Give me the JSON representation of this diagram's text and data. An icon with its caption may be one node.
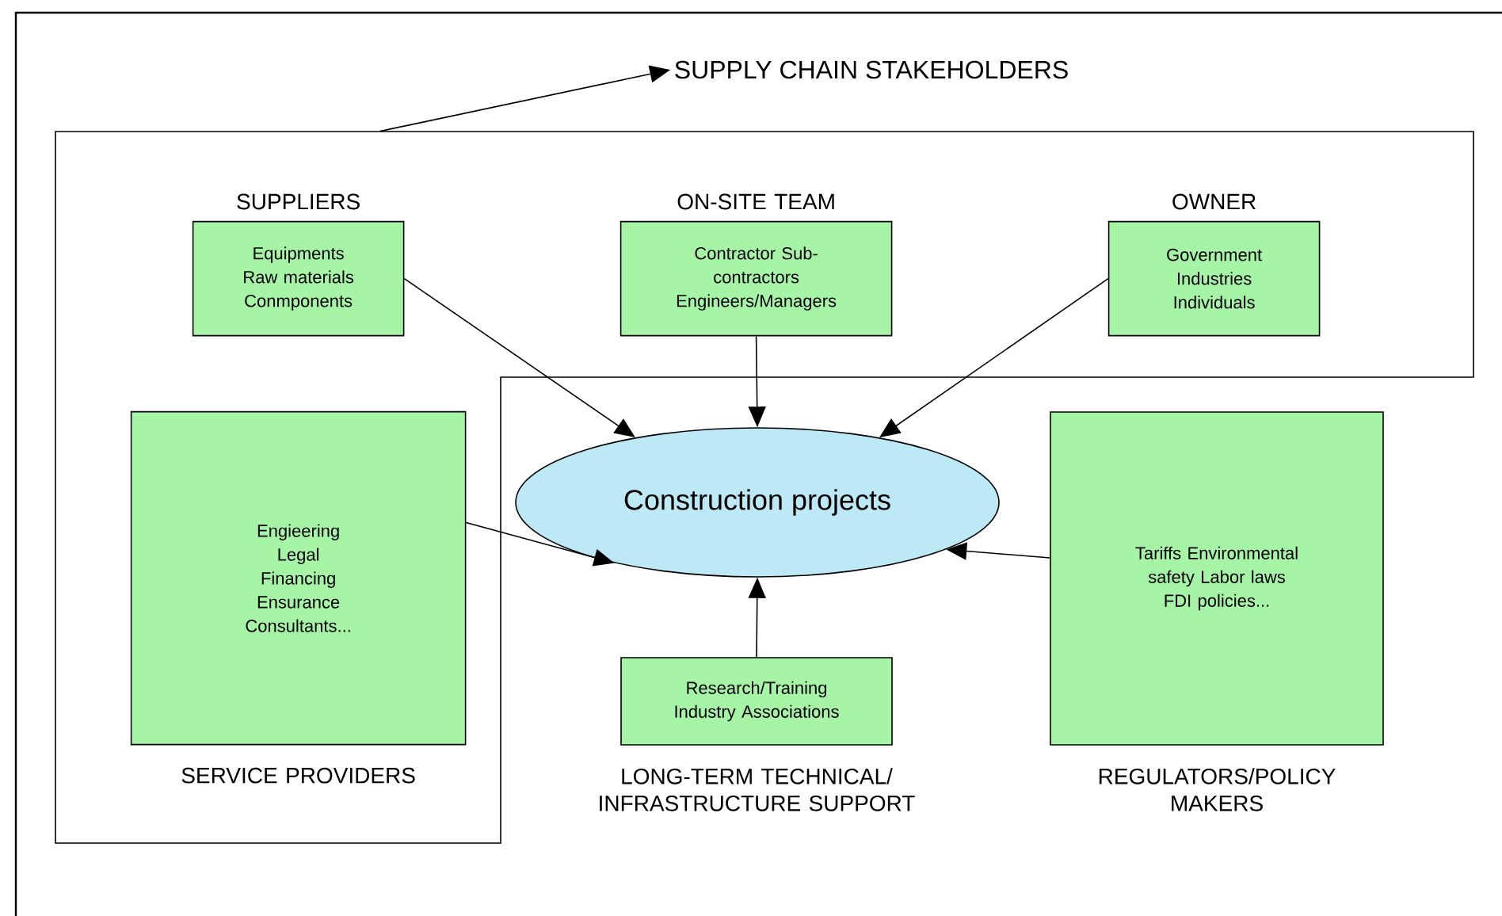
{
  "diagram": {
    "nodes": [
      {
        "text": [
          "SUPPLY CHAIN STAKEHOLDERS"
        ]
      },
      {
        "text": [],
        "shape": "box"
      },
      {
        "text": [
          "SUPPLIERS",
          "Equipments Raw materials Conmponents"
        ],
        "in": 1
      },
      {
        "text": [
          "ON-SITE TEAM",
          "Contractor Sub-contractors Engineers/Managers"
        ],
        "in": 1
      },
      {
        "text": [
          "OWNER",
          "Government Industries Individuals"
        ],
        "in": 1
      },
      {
        "text": [
          "Engieering Legal Financing Ensurance Consultants...",
          "SERVICE PROVIDERS"
        ],
        "in": 1
      },
      {
        "text": [
          "Construction projects"
        ]
      },
      {
        "text": [
          "Research/Training Industry Associations",
          "LONG-TERM TECHNICAL/ INFRASTRUCTURE SUPPORT"
        ]
      },
      {
        "text": [
          "Tariffs Environmental safety Labor laws FDI policies...",
          "REGULATORS/POLICY MAKERS"
        ]
      }
    ],
    "edges": [
      {
        "from": 1,
        "to": 0,
        "arrow": "to"
      },
      {
        "from": 2,
        "to": 6,
        "arrow": "to"
      },
      {
        "from": 3,
        "to": 6,
        "arrow": "to"
      },
      {
        "from": 4,
        "to": 6,
        "arrow": "to"
      },
      {
        "from": 5,
        "to": 6,
        "arrow": "to"
      },
      {
        "from": 7,
        "to": 6,
        "arrow": "to"
      },
      {
        "from": 8,
        "to": 6,
        "arrow": "to"
      }
    ]
  }
}
